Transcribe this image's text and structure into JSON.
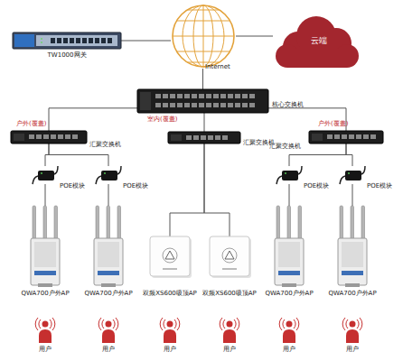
{
  "diagram": {
    "nodes": [
      {
        "text": [
          "TW1000网关"
        ]
      },
      {
        "text": [
          "Internet"
        ]
      },
      {
        "text": [
          "云端"
        ]
      },
      {
        "text": [
          "核心交换机"
        ]
      },
      {
        "text": [
          "汇聚交换机"
        ]
      },
      {
        "text": [
          "汇聚交换机"
        ]
      },
      {
        "text": [
          "汇聚交换机"
        ]
      },
      {
        "text": [
          "POE模块"
        ]
      },
      {
        "text": [
          "POE模块"
        ]
      },
      {
        "text": [
          "POE模块"
        ]
      },
      {
        "text": [
          "POE模块"
        ]
      },
      {
        "text": [
          "QWA700户外AP"
        ]
      },
      {
        "text": [
          "QWA700户外AP"
        ]
      },
      {
        "text": [
          "双频XS600吸顶AP"
        ]
      },
      {
        "text": [
          "双频XS600吸顶AP"
        ]
      },
      {
        "text": [
          "QWA700户外AP"
        ]
      },
      {
        "text": [
          "QWA700户外AP"
        ]
      },
      {
        "text": [
          "用户"
        ]
      },
      {
        "text": [
          "用户"
        ]
      },
      {
        "text": [
          "用户"
        ]
      },
      {
        "text": [
          "用户"
        ]
      },
      {
        "text": [
          "用户"
        ]
      },
      {
        "text": [
          "用户"
        ]
      }
    ],
    "edges": [
      {
        "from": 0,
        "to": 1,
        "arrow": "none"
      },
      {
        "from": 1,
        "to": 2,
        "arrow": "none"
      },
      {
        "from": 1,
        "to": 3,
        "arrow": "none"
      },
      {
        "from": 3,
        "to": 4,
        "arrow": "none"
      },
      {
        "from": 3,
        "to": 5,
        "arrow": "none"
      },
      {
        "from": 3,
        "to": 6,
        "arrow": "none"
      },
      {
        "from": 4,
        "to": 7,
        "arrow": "none"
      },
      {
        "from": 4,
        "to": 8,
        "arrow": "none"
      },
      {
        "from": 7,
        "to": 11,
        "arrow": "none"
      },
      {
        "from": 8,
        "to": 12,
        "arrow": "none"
      },
      {
        "from": 5,
        "to": 13,
        "arrow": "none"
      },
      {
        "from": 5,
        "to": 14,
        "arrow": "none"
      },
      {
        "from": 6,
        "to": 9,
        "arrow": "none"
      },
      {
        "from": 6,
        "to": 10,
        "arrow": "none"
      },
      {
        "from": 9,
        "to": 15,
        "arrow": "none"
      },
      {
        "from": 10,
        "to": 16,
        "arrow": "none"
      }
    ],
    "labels": [
      "室内(覆盖)",
      "户外(覆盖)",
      "户外(覆盖)"
    ]
  }
}
